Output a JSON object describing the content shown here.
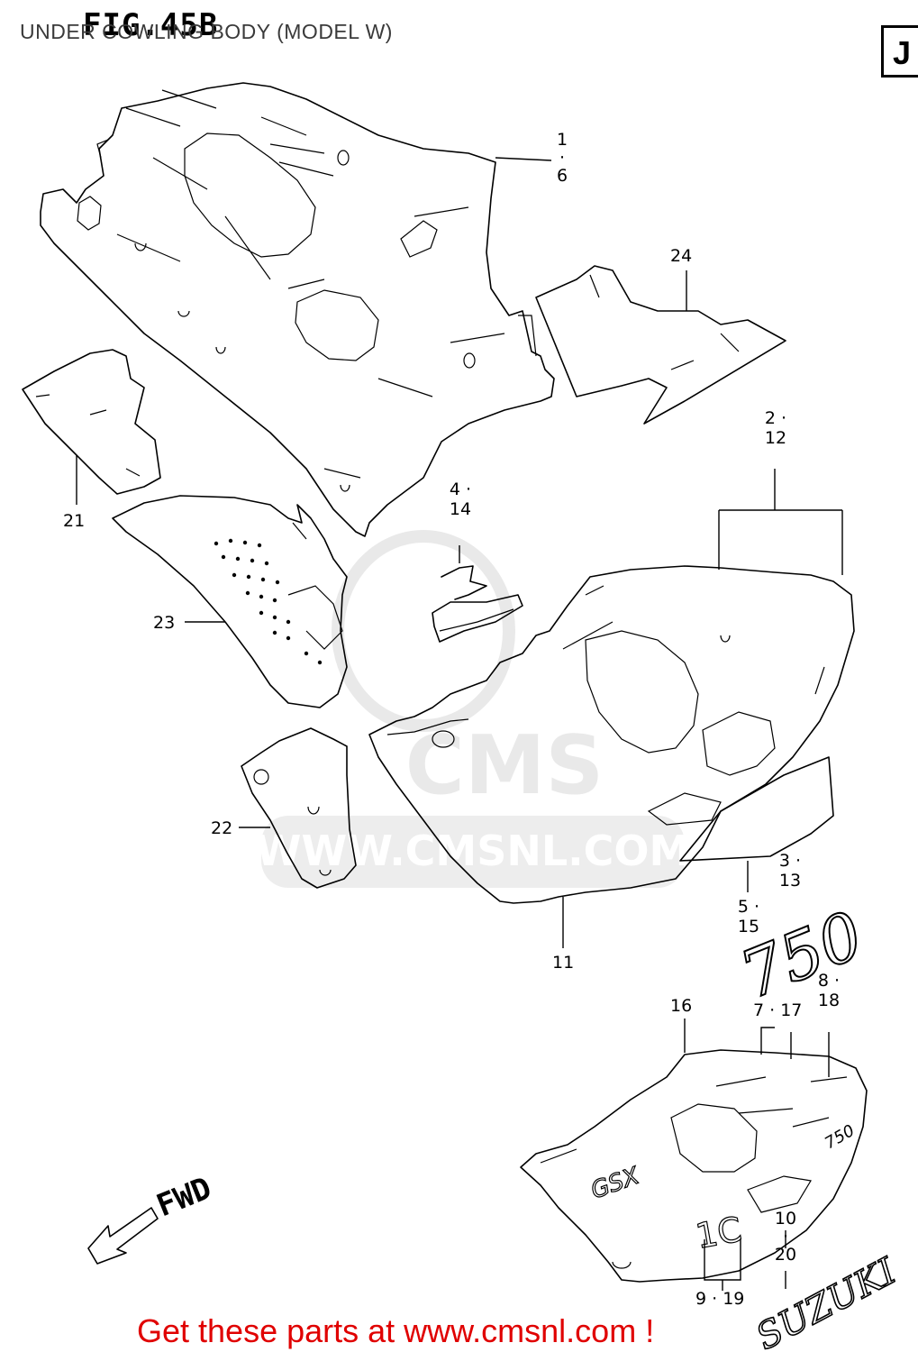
{
  "header": {
    "caption": "UNDER COWLING BODY (MODEL W)",
    "figure_label": "FIG.45B",
    "section_badge": "J"
  },
  "callouts": {
    "c1_6": "1 · 6",
    "c24": "24",
    "c2_12": "2 · 12",
    "c21": "21",
    "c4_14": "4 · 14",
    "c23": "23",
    "c22": "22",
    "c11": "11",
    "c3_13": "3 · 13",
    "c5_15": "5 · 15",
    "c16": "16",
    "c7_17": "7 · 17",
    "c8_18": "8 · 18",
    "c10_20": "10 · 20",
    "c9_19": "9 · 19"
  },
  "direction_label": "FWD",
  "footer": {
    "link_text": "Get these parts at www.cmsnl.com !"
  },
  "colors": {
    "line": "#000000",
    "footer_link": "#e00000",
    "watermark": "#cfcfcf"
  }
}
